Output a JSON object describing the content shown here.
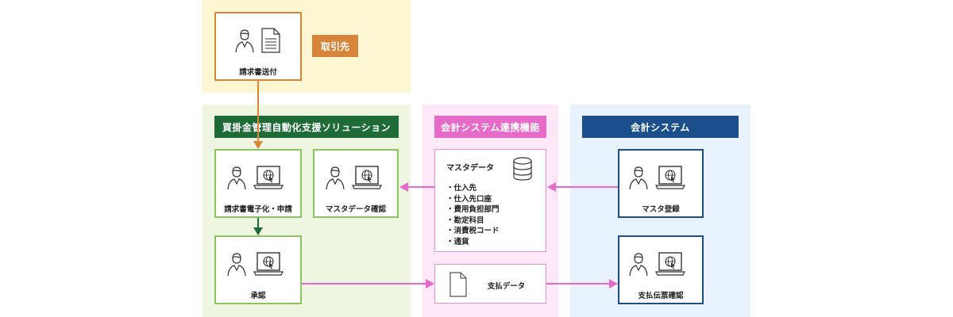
{
  "supplier": {
    "badge": "取引先",
    "box_label": "請求書送付"
  },
  "solution": {
    "header": "買掛金管理自動化支援ソリューション",
    "digitize_label": "請求書電子化・申請",
    "master_check_label": "マスタデータ確認",
    "approval_label": "承認"
  },
  "link": {
    "header": "会計システム連携機能",
    "master_title": "マスタデータ",
    "master_items": [
      "仕入先",
      "仕入先口座",
      "費用負担部門",
      "勘定科目",
      "消費税コード",
      "通貨"
    ],
    "payment_label": "支払データ"
  },
  "accounting": {
    "header": "会計システム",
    "master_register_label": "マスタ登録",
    "voucher_label": "支払伝票確認"
  },
  "colors": {
    "orange": "#d7853a",
    "green": "#1e6b37",
    "pink": "#e66bc8",
    "blue": "#1b4f8c"
  },
  "icons": [
    "person-icon",
    "document-icon",
    "laptop-globe-icon",
    "database-icon"
  ]
}
